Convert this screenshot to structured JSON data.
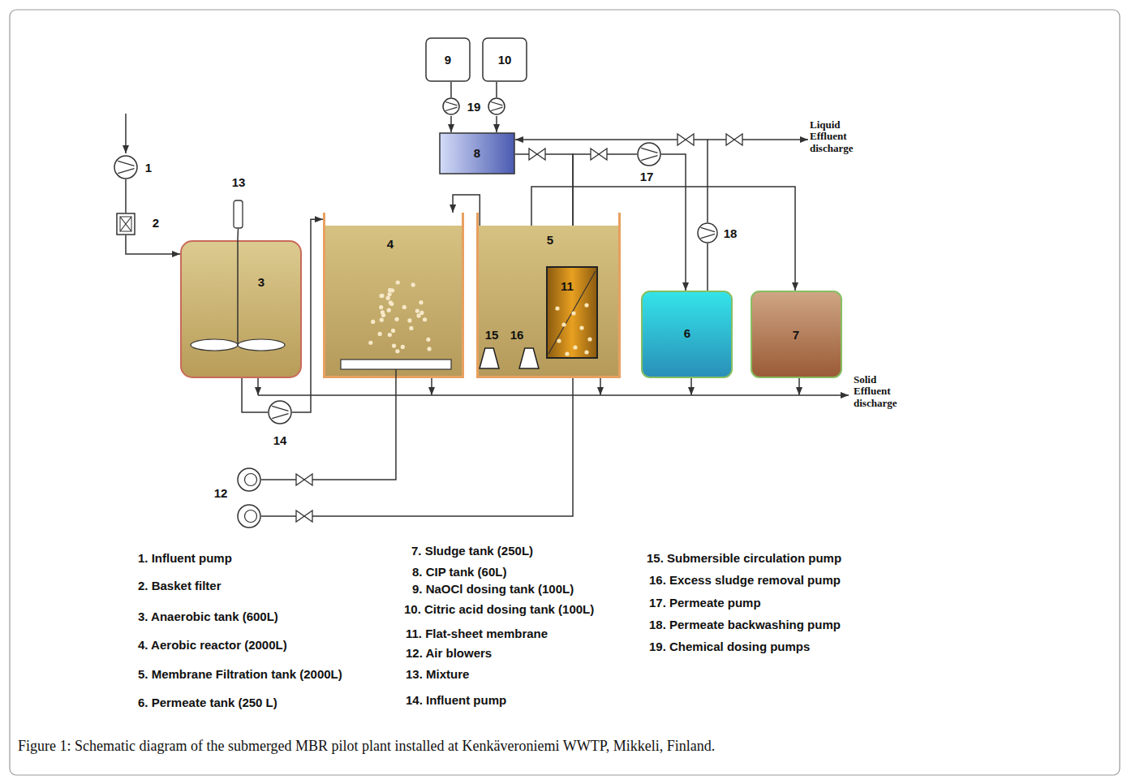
{
  "diagram": {
    "caption": "Figure 1: Schematic diagram of the submerged MBR pilot plant installed at Kenkäveroniemi WWTP, Mikkeli, Finland.",
    "nodes": [
      {
        "text": [
          "9"
        ]
      },
      {
        "text": [
          "10"
        ]
      },
      {
        "text": [
          "19"
        ]
      },
      {
        "text": [
          "8"
        ]
      },
      {
        "text": [
          "1"
        ]
      },
      {
        "text": [
          "2"
        ]
      },
      {
        "text": [
          "13"
        ]
      },
      {
        "text": [
          "3"
        ]
      },
      {
        "text": [
          "4"
        ]
      },
      {
        "text": [
          "5"
        ]
      },
      {
        "text": [
          "15"
        ],
        "in": 9
      },
      {
        "text": [
          "16"
        ],
        "in": 9
      },
      {
        "text": [
          "11"
        ],
        "in": 9
      },
      {
        "text": [
          "17"
        ]
      },
      {
        "text": [
          "18"
        ]
      },
      {
        "text": [
          "6"
        ]
      },
      {
        "text": [
          "7"
        ]
      },
      {
        "text": [
          "14"
        ]
      },
      {
        "text": [
          "12"
        ]
      }
    ],
    "edges": [
      {
        "from": 0,
        "to": 2,
        "arrow": "none"
      },
      {
        "from": 1,
        "to": 2,
        "arrow": "none"
      },
      {
        "from": 2,
        "to": 3,
        "arrow": "to"
      },
      {
        "from": 4,
        "to": 5,
        "arrow": "none"
      },
      {
        "from": 5,
        "to": 7,
        "arrow": "to"
      },
      {
        "from": 6,
        "to": 7,
        "arrow": "none"
      },
      {
        "from": 7,
        "to": 17,
        "arrow": "none"
      },
      {
        "from": 17,
        "to": 8,
        "arrow": "to"
      },
      {
        "from": 10,
        "to": 8,
        "arrow": "to"
      },
      {
        "from": 18,
        "to": 8,
        "arrow": "none"
      },
      {
        "from": 18,
        "to": 12,
        "arrow": "none"
      },
      {
        "from": 3,
        "to": 12,
        "arrow": "none"
      },
      {
        "from": 12,
        "to": 13,
        "arrow": "none"
      },
      {
        "from": 13,
        "to": 15,
        "arrow": "to"
      },
      {
        "from": 15,
        "to": 14,
        "arrow": "none"
      },
      {
        "from": 14,
        "to": 3,
        "arrow": "to"
      },
      {
        "from": 11,
        "to": 16,
        "arrow": "to"
      }
    ],
    "labels": [
      "Liquid Effluent discharge",
      "Solid Effluent discharge",
      "1. Influent pump",
      "2. Basket filter",
      "3. Anaerobic tank (600L)",
      "4. Aerobic reactor (2000L)",
      "5. Membrane Filtration tank (2000L)",
      "6. Permeate tank (250 L)",
      "7. Sludge tank (250L)",
      "8. CIP tank (60L)",
      "9. NaOCl dosing tank (100L)",
      "10. Citric acid dosing tank (100L)",
      "11. Flat-sheet membrane",
      "12. Air blowers",
      "13. Mixture",
      "14. Influent pump",
      "15. Submersible circulation pump",
      "16. Excess sludge removal pump",
      "17. Permeate pump",
      "18. Permeate backwashing pump",
      "19. Chemical dosing pumps"
    ]
  }
}
